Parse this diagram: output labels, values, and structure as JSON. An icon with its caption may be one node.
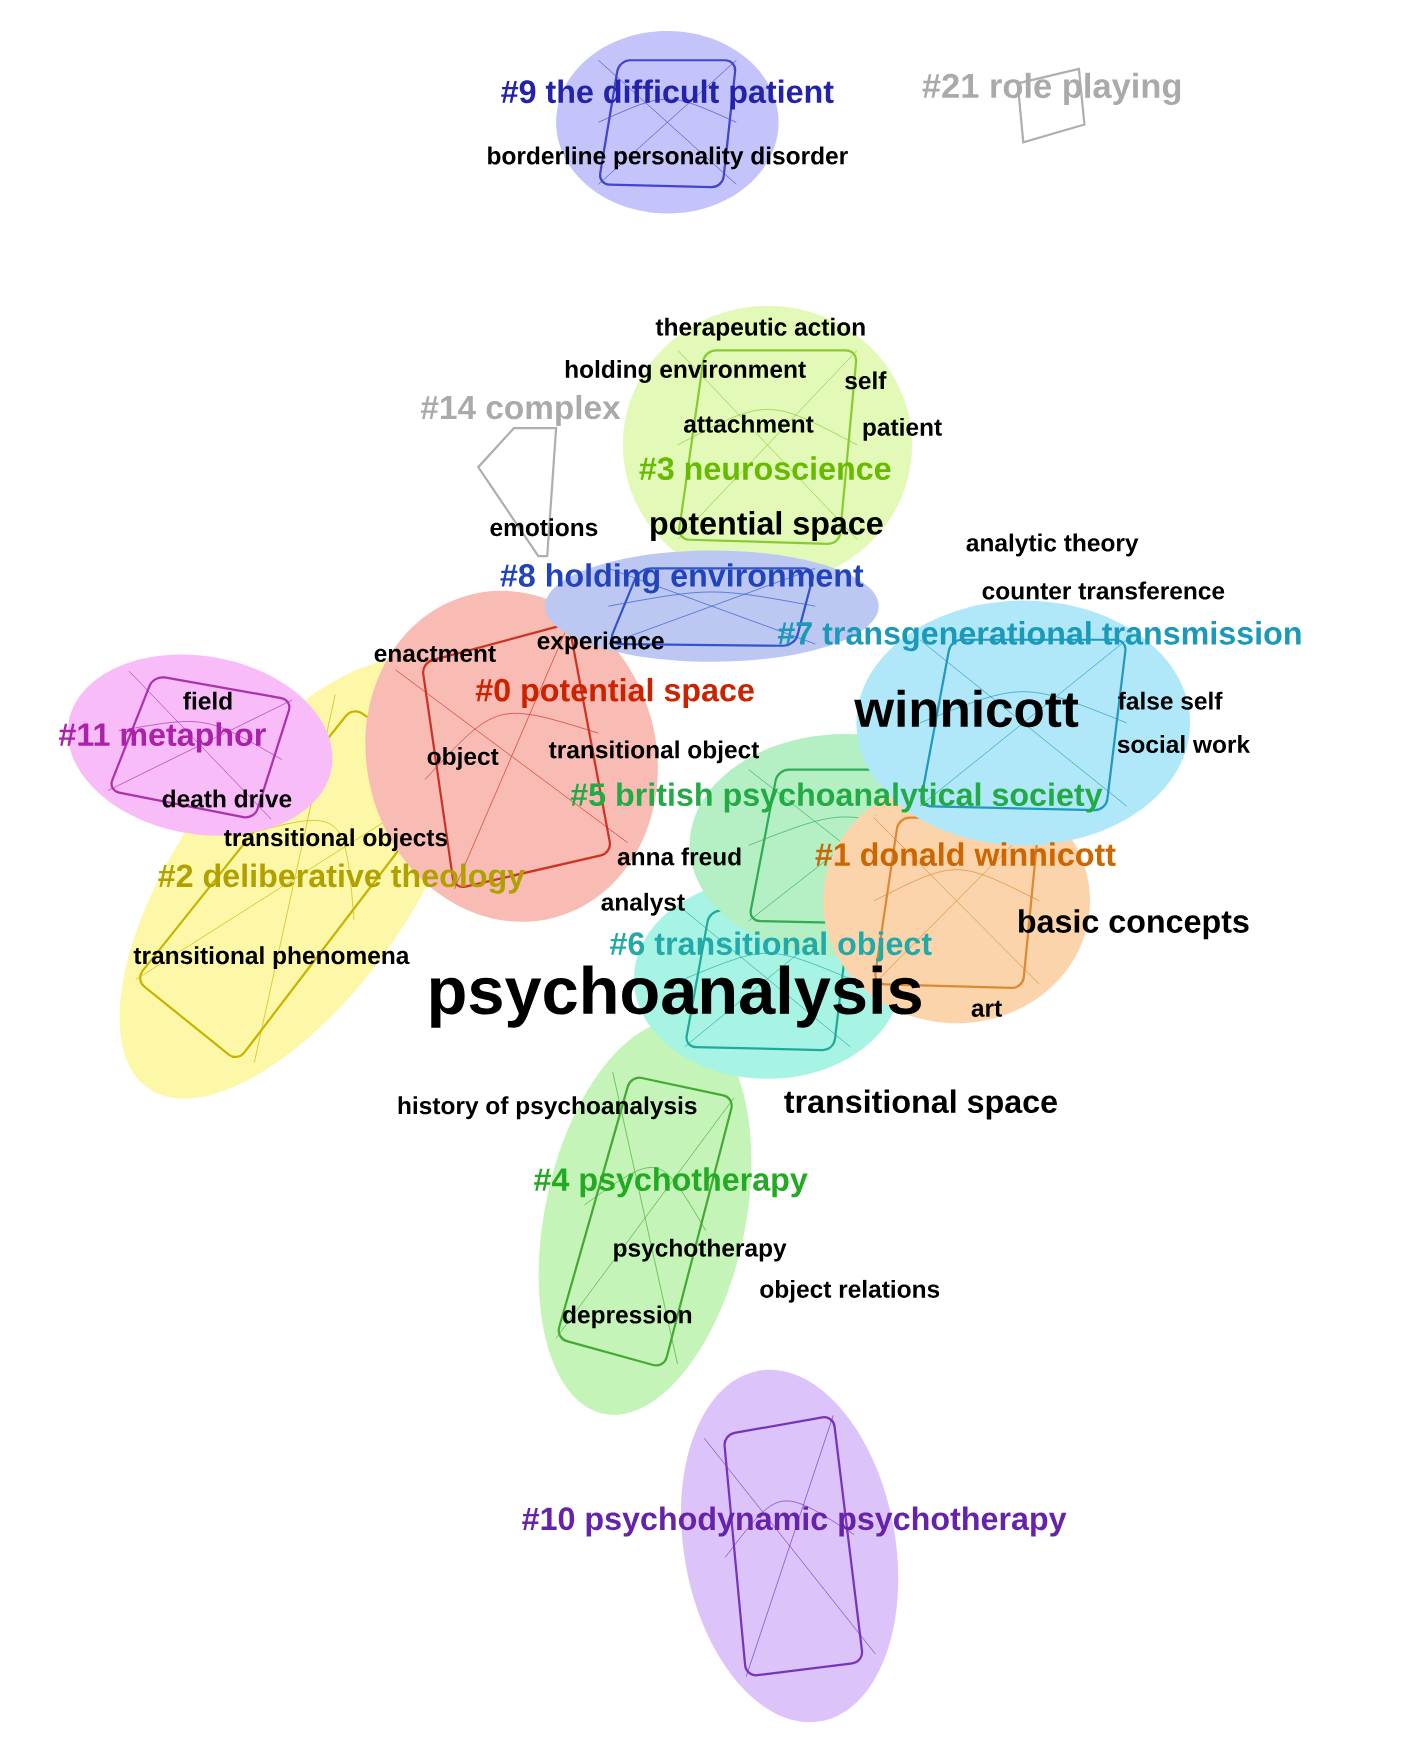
{
  "diagram": {
    "nodes": [
      {
        "text": [
          "#9 the difficult patient"
        ]
      },
      {
        "text": [
          "#21 role playing"
        ]
      },
      {
        "text": [
          "#14 complex"
        ]
      },
      {
        "text": [
          "#3 neuroscience"
        ]
      },
      {
        "text": [
          "#8 holding environment"
        ]
      },
      {
        "text": [
          "#7 transgenerational transmission"
        ]
      },
      {
        "text": [
          "#0 potential space"
        ]
      },
      {
        "text": [
          "#11 metaphor"
        ]
      },
      {
        "text": [
          "#5 british psychoanalytical society"
        ]
      },
      {
        "text": [
          "#1 donald winnicott"
        ]
      },
      {
        "text": [
          "#2 deliberative theology"
        ]
      },
      {
        "text": [
          "#6 transitional object"
        ]
      },
      {
        "text": [
          "#4 psychotherapy"
        ]
      },
      {
        "text": [
          "#10 psychodynamic psychotherapy"
        ]
      }
    ],
    "labels": [
      "borderline personality disorder",
      "therapeutic action",
      "holding environment",
      "self",
      "attachment",
      "patient",
      "emotions",
      "potential space",
      "analytic theory",
      "counter transference",
      "experience",
      "enactment",
      "winnicott",
      "false self",
      "field",
      "transitional object",
      "object",
      "social work",
      "death drive",
      "transitional objects",
      "anna freud",
      "analyst",
      "basic concepts",
      "transitional phenomena",
      "psychoanalysis",
      "art",
      "history of psychoanalysis",
      "transitional space",
      "psychotherapy",
      "object relations",
      "depression"
    ]
  }
}
